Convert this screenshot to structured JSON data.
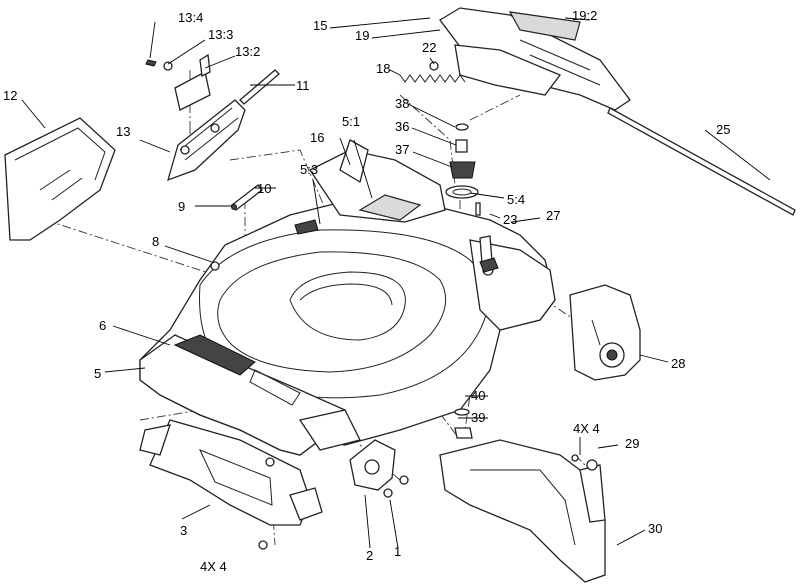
{
  "callouts": {
    "c1": "1",
    "c2": "2",
    "c3": "3",
    "c4x4a": "4X 4",
    "c4x4b": "4X 4",
    "c5": "5",
    "c5_1": "5:1",
    "c5_3": "5:3",
    "c5_4": "5:4",
    "c6": "6",
    "c8": "8",
    "c9": "9",
    "c10": "10",
    "c11": "11",
    "c12": "12",
    "c13": "13",
    "c13_2": "13:2",
    "c13_3": "13:3",
    "c13_4": "13:4",
    "c15": "15",
    "c16": "16",
    "c18": "18",
    "c19": "19",
    "c19_2": "19:2",
    "c22": "22",
    "c23": "23",
    "c25": "25",
    "c27": "27",
    "c28": "28",
    "c29": "29",
    "c30": "30",
    "c36": "36",
    "c37": "37",
    "c38": "38",
    "c39": "39",
    "c40": "40"
  }
}
